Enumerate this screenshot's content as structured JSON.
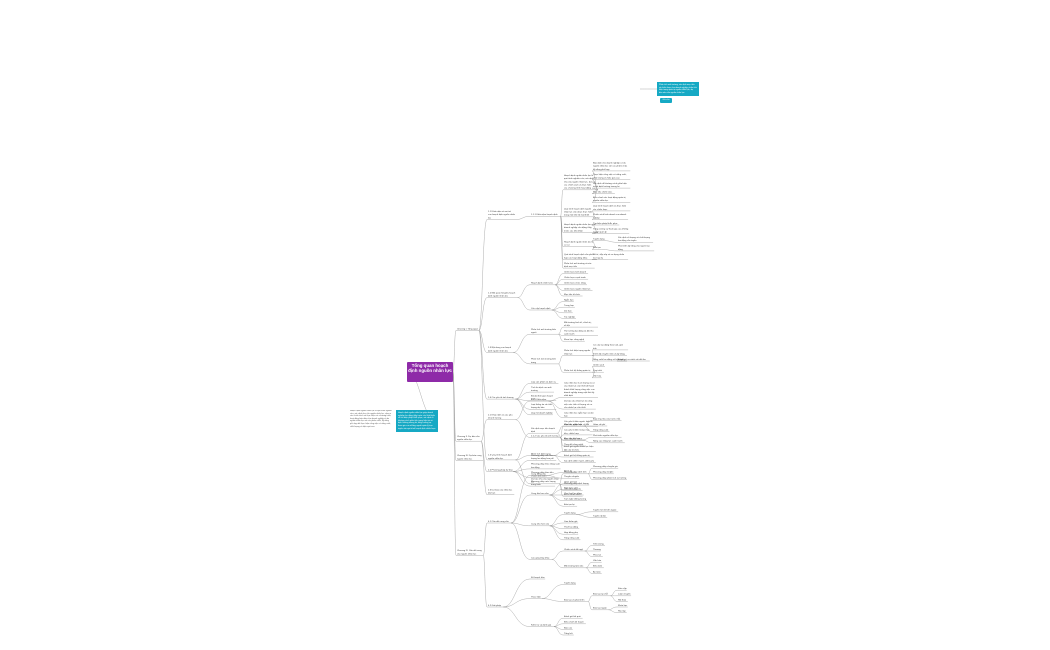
{
  "root": {
    "title": "Tổng quan hoạch định nguồn nhân lực"
  },
  "notes": [
    {
      "id": "left-note-text",
      "text": "Hoạch định nguồn nhân lực là quá trình nghiên cứu, xác định nhu cầu nguồn nhân lực, đưa ra các chính sách và thực hiện các chương trình, hoạt động bảo đảm cho doanh nghiệp có đủ nguồn nhân lực với các phẩm chất, kỹ năng phù hợp để thực hiện công việc có năng suất, chất lượng và hiệu quả cao."
    },
    {
      "id": "left-note-box",
      "text": "Hoạch định nguồn nhân lực giúp doanh nghiệp chủ động thấy trước các khó khăn và tìm biện pháp khắc phục, xác định rõ khoảng cách giữa tình trạng hiện tại và định hướng tương lai, tăng cường sự tham gia của những người quản lý trực tuyến vào quá trình hoạch định chiến lược."
    },
    {
      "id": "right-note-box",
      "text": "Phân tích môi trường, xác định mục tiêu và chiến lược cho doanh nghiệp; phân tích hiện trạng quản trị nguồn nhân lực; dự báo nhu cầu nguồn nhân lực."
    }
  ],
  "tag": {
    "label": "Ghi chú"
  },
  "sections": [
    {
      "label": "Chương I. Tổng quan",
      "children": [
        {
          "label": "1.1 Khái niệm và vai trò của hoạch định nguồn nhân lực",
          "children": [
            {
              "label": "1.1.1 Khái niệm hoạch định",
              "children": [
                {
                  "label": "Hoạch định nguồn nhân lực là quá trình nghiên cứu, xác định nhu cầu nguồn nhân lực, đưa ra các chính sách và thực hiện các chương trình hoạt động",
                  "children": [
                    {
                      "label": "Bảo đảm cho doanh nghiệp có đủ nguồn nhân lực với các phẩm chất, kỹ năng phù hợp"
                    },
                    {
                      "label": "Thực hiện công việc có năng suất, chất lượng và hiệu quả cao"
                    },
                    {
                      "label": "Xác định rõ khoảng cách giữa hiện tại và định hướng tương lai"
                    },
                    {
                      "label": "Mục tiêu chiến lược"
                    },
                    {
                      "label": "Điều chỉnh các hoạt động quản trị nguồn nhân lực"
                    }
                  ]
                },
                {
                  "label": "Quá trình hoạch định nguồn nhân lực cần được thực hiện trong mối liên hệ mật thiết",
                  "children": [
                    {
                      "label": "Quá trình hoạch định và thực hiện các chiến lược"
                    },
                    {
                      "label": "Chính sách kinh doanh của doanh nghiệp"
                    }
                  ]
                },
                {
                  "label": "Hoạch định nguồn nhân lực giúp doanh nghiệp chủ động thấy trước các khó khăn",
                  "children": [
                    {
                      "label": "Tìm biện pháp khắc phục"
                    },
                    {
                      "label": "Tăng cường sự tham gia của những người quản lý"
                    }
                  ]
                },
                {
                  "label": "Hoạch định nguồn nhân lực là cơ sở",
                  "children": [
                    {
                      "label": "Tuyển dụng",
                      "children": [
                        {
                          "label": "Xác định số lượng và chất lượng lao động cần tuyển"
                        }
                      ]
                    },
                    {
                      "label": "Đào tạo",
                      "children": [
                        {
                          "label": "Phát triển kỹ năng cho người lao động"
                        }
                      ]
                    }
                  ]
                },
                {
                  "label": "Quá trình hoạch định cần phối hợp các hoạt động khác",
                  "children": [
                    {
                      "label": "Bố trí, sắp xếp và sử dụng nhân lực hợp lý"
                    }
                  ]
                },
                {
                  "label": "Phân tích môi trường và xác định mục tiêu"
                }
              ]
            }
          ]
        },
        {
          "label": "1.2 Mối quan hệ giữa hoạch định nguồn nhân lực",
          "children": [
            {
              "label": "Hoạch định chiến lược",
              "children": [
                {
                  "label": "Chiến lược kinh doanh"
                },
                {
                  "label": "Chiến lược cạnh tranh"
                },
                {
                  "label": "Chiến lược chức năng"
                },
                {
                  "label": "Chiến lược nguồn nhân lực"
                },
                {
                  "label": "Mục tiêu tổ chức"
                }
              ]
            },
            {
              "label": "Các cấp hoạch định",
              "children": [
                {
                  "label": "Ngắn hạn"
                },
                {
                  "label": "Trung hạn"
                },
                {
                  "label": "Dài hạn"
                },
                {
                  "label": "Tác nghiệp"
                }
              ]
            }
          ]
        },
        {
          "label": "1.3 Nội dung của hoạch định nguồn nhân lực",
          "children": [
            {
              "label": "Phân tích môi trường bên ngoài",
              "children": [
                {
                  "label": "Môi trường kinh tế, chính trị, xã hội"
                },
                {
                  "label": "Thị trường lao động và đối thủ cạnh tranh"
                },
                {
                  "label": "Khoa học công nghệ"
                }
              ]
            },
            {
              "label": "Phân tích môi trường bên trong",
              "children": [
                {
                  "label": "Phân tích hiện trạng nguồn nhân lực",
                  "children": [
                    {
                      "label": "Cơ cấu lao động theo tuổi, giới tính"
                    },
                    {
                      "label": "Trình độ chuyên môn và kỹ năng"
                    },
                    {
                      "label": "Năng suất lao động và hiệu quả",
                      "children": [
                        {
                          "label": "Đánh giá so sánh với đối thủ"
                        }
                      ]
                    }
                  ]
                },
                {
                  "label": "Phân tích hệ thống quản trị",
                  "children": [
                    {
                      "label": "Chính sách"
                    },
                    {
                      "label": "Quy trình"
                    },
                    {
                      "label": "Văn hóa"
                    }
                  ]
                }
              ]
            }
          ]
        },
        {
          "label": "1.4 Các yếu tố ảnh hưởng",
          "children": [
            {
              "label": "Loại sản phẩm và dịch vụ"
            },
            {
              "label": "Tính ổn định của môi trường"
            },
            {
              "label": "Độ dài thời gian hoạch định"
            },
            {
              "label": "Loại thông tin và chất lượng dự báo"
            },
            {
              "label": "Quy mô doanh nghiệp"
            }
          ]
        },
        {
          "label": "1.5 Quy trình hoạch định nguồn nhân lực",
          "children": [
            {
              "label": "Xác định mục tiêu hoạch định",
              "children": [
                {
                  "label": "Mục tiêu ngắn hạn",
                  "children": [
                    {
                      "label": "Đáp ứng nhu cầu trước mắt"
                    },
                    {
                      "label": "Giảm chi phí"
                    },
                    {
                      "label": "Tăng năng suất"
                    }
                  ]
                },
                {
                  "label": "Mục tiêu dài hạn",
                  "children": [
                    {
                      "label": "Phát triển nguồn nhân lực"
                    },
                    {
                      "label": "Nâng cao năng lực cạnh tranh"
                    }
                  ]
                }
              ]
            },
            {
              "label": "Phân tích hiện trạng",
              "children": [
                {
                  "label": "Đánh giá nguồn nhân lực hiện có"
                },
                {
                  "label": "Đánh giá hệ thống quản trị"
                },
                {
                  "label": "Xác định điểm mạnh, điểm yếu"
                }
              ]
            },
            {
              "label": "Dự báo nhu cầu nguồn nhân lực",
              "children": [
                {
                  "label": "Phương pháp định tính",
                  "children": [
                    {
                      "label": "Phương pháp chuyên gia"
                    },
                    {
                      "label": "Phương pháp Delphi"
                    },
                    {
                      "label": "Phương pháp phân tích xu hướng"
                    }
                  ]
                },
                {
                  "label": "Phương pháp định lượng"
                },
                {
                  "label": "Cân đối cung cầu"
                },
                {
                  "label": "Đề ra chính sách"
                }
              ]
            }
          ]
        }
      ]
    },
    {
      "label": "Chương II. Dự báo cầu nguồn nhân lực",
      "children": [
        {
          "label": "2.1 Khái niệm và các yếu tố ảnh hưởng",
          "children": [
            {
              "label": "2.1.1 Khái niệm",
              "children": [
                {
                  "label": "Cầu nhân lực là số lượng và cơ cấu nhân lực cần thiết để hoàn thành khối lượng công việc của doanh nghiệp trong một thời kỳ nhất định"
                },
                {
                  "label": "Dự báo cầu nhân lực là công việc ước tính số lượng và cơ cấu nhân lực cần thiết"
                },
                {
                  "label": "Cầu nhân lực ngắn hạn và dài hạn"
                }
              ]
            },
            {
              "label": "2.1.2 Các yếu tố ảnh hưởng",
              "children": [
                {
                  "label": "Các yếu tố bên ngoài: kinh tế, chính trị, pháp luật, xã hội"
                },
                {
                  "label": "Các yếu tố bên trong: mục tiêu, chiến lược"
                },
                {
                  "label": "Khả năng tài chính"
                },
                {
                  "label": "Thay đổi công nghệ"
                },
                {
                  "label": "Cơ cấu tổ chức"
                }
              ]
            }
          ]
        },
        {
          "label": "2.2 Phương pháp dự báo",
          "children": [
            {
              "label": "Phương pháp tính theo lượng lao động hao phí"
            },
            {
              "label": "Phương pháp theo năng suất lao động"
            },
            {
              "label": "Phương pháp theo tiêu chuẩn định biên"
            },
            {
              "label": "Phương pháp ước lượng trung bình"
            }
          ]
        },
        {
          "label": "2.3 Dự báo cầu nhân lực dài hạn"
        }
      ]
    },
    {
      "label": "Chương III. Dự báo cung nguồn nhân lực",
      "children": []
    },
    {
      "label": "Chương IV. Cân đối cung cầu nguồn nhân lực",
      "children": [
        {
          "label": "4.1 Cân đối cung cầu",
          "children": [
            {
              "label": "Cung bằng cầu",
              "children": [
                {
                  "label": "Bố trí lại"
                },
                {
                  "label": "Thuyên chuyển"
                }
              ]
            },
            {
              "label": "Cung lớn hơn cầu",
              "children": [
                {
                  "label": "Giảm giờ làm"
                },
                {
                  "label": "Nghỉ hưu sớm"
                },
                {
                  "label": "Cho thuê lao động"
                },
                {
                  "label": "Tạm nghỉ không lương"
                },
                {
                  "label": "Đào tạo lại"
                }
              ]
            },
            {
              "label": "Cung nhỏ hơn cầu",
              "children": [
                {
                  "label": "Tuyển dụng",
                  "children": [
                    {
                      "label": "Tuyển mới từ bên ngoài"
                    },
                    {
                      "label": "Tuyển nội bộ"
                    }
                  ]
                },
                {
                  "label": "Làm thêm giờ"
                },
                {
                  "label": "Thuê lao động"
                },
                {
                  "label": "Hợp đồng phụ"
                },
                {
                  "label": "Tăng năng suất"
                }
              ]
            },
            {
              "label": "Các giải pháp khác",
              "children": [
                {
                  "label": "Chính sách đãi ngộ",
                  "children": [
                    {
                      "label": "Tiền lương"
                    },
                    {
                      "label": "Thưởng"
                    },
                    {
                      "label": "Phúc lợi"
                    }
                  ]
                },
                {
                  "label": "Môi trường làm việc",
                  "children": [
                    {
                      "label": "Văn hóa"
                    },
                    {
                      "label": "Điều kiện"
                    },
                    {
                      "label": "An toàn"
                    }
                  ]
                }
              ]
            }
          ]
        },
        {
          "label": "4.2 Giải pháp",
          "children": [
            {
              "label": "Kế hoạch hóa"
            },
            {
              "label": "Thực hiện",
              "children": [
                {
                  "label": "Tuyển dụng"
                },
                {
                  "label": "Đào tạo và phát triển",
                  "children": [
                    {
                      "label": "Đào tạo tại chỗ",
                      "children": [
                        {
                          "label": "Kèm cặp"
                        },
                        {
                          "label": "Luân chuyển"
                        },
                        {
                          "label": "Hội thảo"
                        }
                      ]
                    },
                    {
                      "label": "Đào tạo ngoài",
                      "children": [
                        {
                          "label": "Khóa học"
                        },
                        {
                          "label": "Học tập"
                        }
                      ]
                    }
                  ]
                }
              ]
            },
            {
              "label": "Kiểm tra và đánh giá",
              "children": [
                {
                  "label": "Đánh giá kết quả"
                },
                {
                  "label": "Điều chỉnh kế hoạch"
                },
                {
                  "label": "Báo cáo"
                },
                {
                  "label": "Tổng kết"
                }
              ]
            }
          ]
        }
      ]
    }
  ]
}
